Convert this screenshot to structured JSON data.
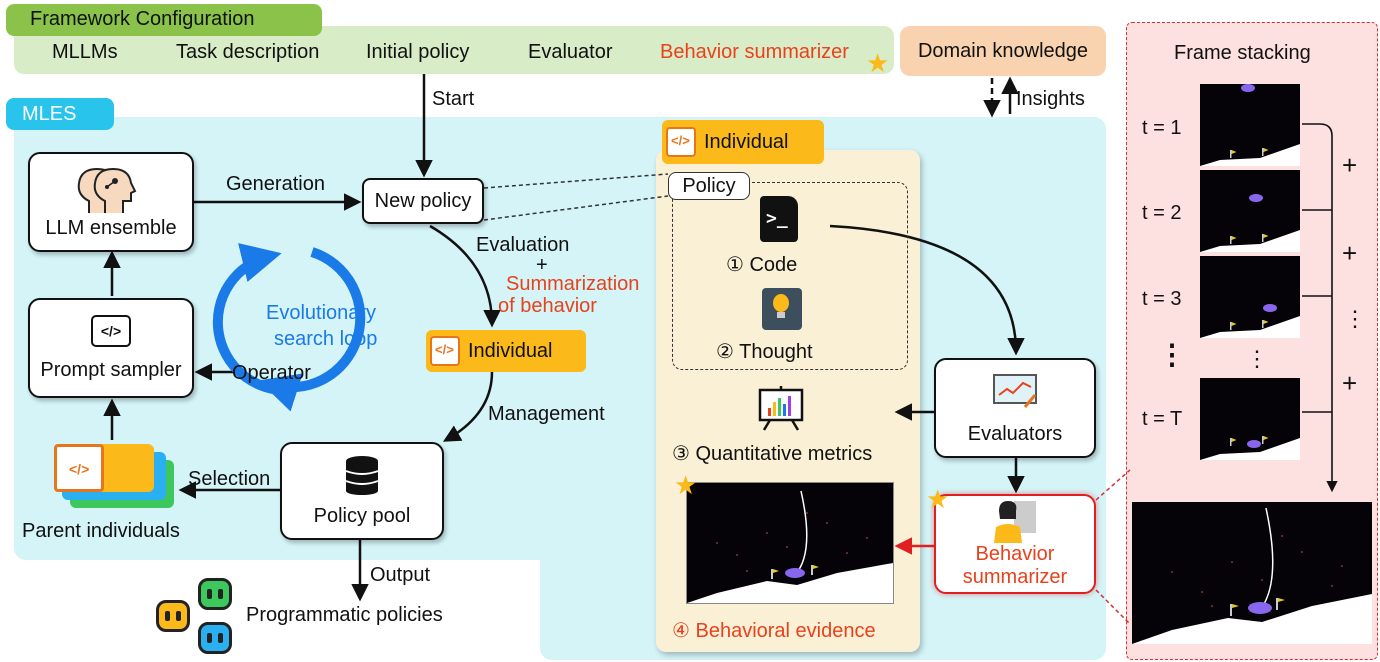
{
  "framework": {
    "title": "Framework Configuration",
    "items": [
      "MLLMs",
      "Task description",
      "Initial policy",
      "Evaluator",
      "Behavior summarizer"
    ],
    "domain_knowledge": "Domain knowledge",
    "insights": "Insights"
  },
  "mles": {
    "title": "MLES",
    "start": "Start",
    "generation": "Generation",
    "new_policy": "New policy",
    "llm_ensemble": "LLM ensemble",
    "evaluation": "Evaluation",
    "plus": "+",
    "summarization_line1": "Summarization",
    "summarization_line2": "of behavior",
    "loop_line1": "Evolutionary",
    "loop_line2": "search loop",
    "individual": "Individual",
    "prompt_sampler": "Prompt sampler",
    "operator": "Operator",
    "management": "Management",
    "selection": "Selection",
    "policy_pool": "Policy pool",
    "parent_individuals": "Parent individuals",
    "output": "Output",
    "programmatic_policies": "Programmatic policies"
  },
  "individual_panel": {
    "title": "Individual",
    "policy": "Policy",
    "code": "① Code",
    "thought": "② Thought",
    "metrics": "③ Quantitative metrics",
    "evidence": "④ Behavioral evidence",
    "evaluators": "Evaluators",
    "summarizer_line1": "Behavior",
    "summarizer_line2": "summarizer"
  },
  "frame_stacking": {
    "title": "Frame stacking",
    "labels": [
      "t = 1",
      "t = 2",
      "t = 3",
      "t = T"
    ],
    "plus": "+",
    "vdots": "⋮",
    "hdots": "⋮"
  },
  "colors": {
    "framework_bg": "#d8ecc8",
    "framework_title": "#8bc34a",
    "mles_bg": "#d4f4f8",
    "mles_title": "#29c4ec",
    "individual_bg": "#faf0d6",
    "frame_bg": "#fde0e0",
    "accent_red": "#e8421c",
    "loop_blue": "#1a7ae8",
    "badge_orange": "#fbb91a"
  }
}
